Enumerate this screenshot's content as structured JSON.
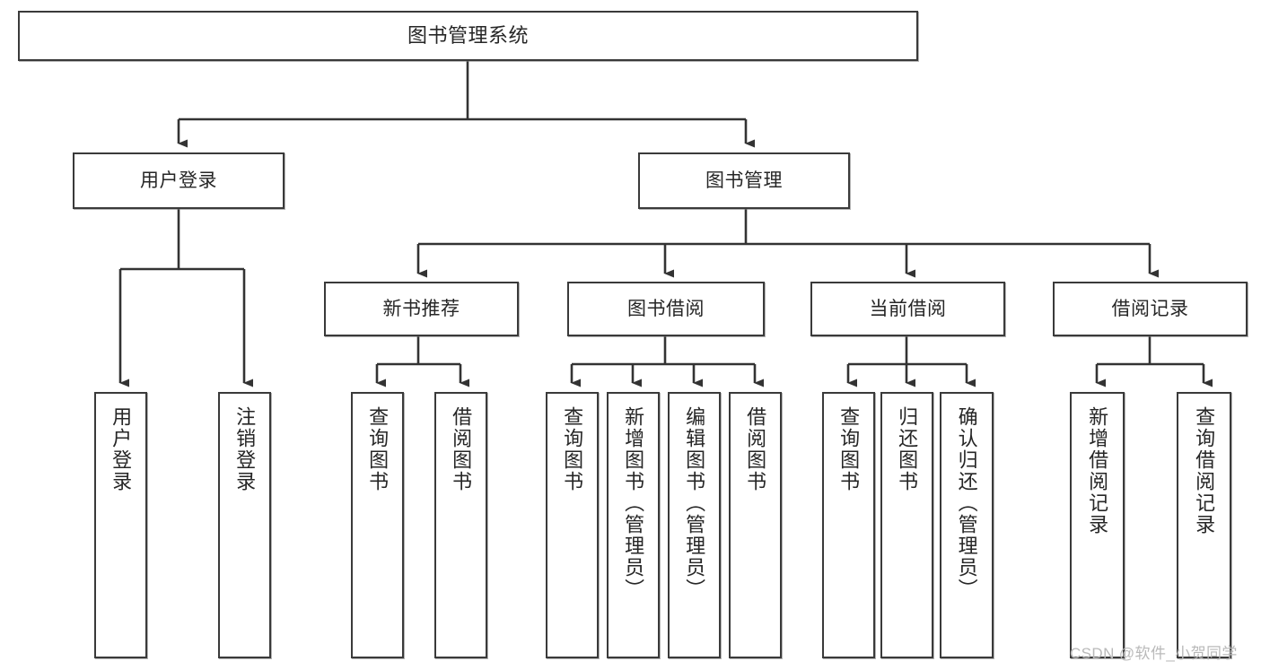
{
  "diagram": {
    "title": "图书管理系统",
    "type": "tree-hierarchy-chart",
    "orientation": "top-down",
    "colors": {
      "box_border": "#3a3a3a",
      "box_fill": "#ffffff",
      "edge": "#333333",
      "text": "#262626",
      "watermark": "#b9b9b9",
      "background": "#ffffff"
    },
    "nodes": {
      "root": {
        "label": "图书管理系统"
      },
      "level2": [
        {
          "id": "user-login",
          "label": "用户登录"
        },
        {
          "id": "book-management",
          "label": "图书管理"
        }
      ],
      "level3": [
        {
          "id": "new-book-recommend",
          "label": "新书推荐"
        },
        {
          "id": "book-borrow",
          "label": "图书借阅"
        },
        {
          "id": "current-borrow",
          "label": "当前借阅"
        },
        {
          "id": "borrow-record",
          "label": "借阅记录"
        }
      ],
      "leaves": {
        "user-login": [
          {
            "id": "leaf-user-login",
            "label": "用户登录"
          },
          {
            "id": "leaf-user-logout",
            "label": "注销登录"
          }
        ],
        "new-book-recommend": [
          {
            "id": "leaf-query-book-1",
            "label": "查询图书"
          },
          {
            "id": "leaf-borrow-book-1",
            "label": "借阅图书"
          }
        ],
        "book-borrow": [
          {
            "id": "leaf-query-book-2",
            "label": "查询图书"
          },
          {
            "id": "leaf-add-book",
            "label": "新增图书（管理员）"
          },
          {
            "id": "leaf-edit-book",
            "label": "编辑图书（管理员）"
          },
          {
            "id": "leaf-borrow-book-2",
            "label": "借阅图书"
          }
        ],
        "current-borrow": [
          {
            "id": "leaf-query-book-3",
            "label": "查询图书"
          },
          {
            "id": "leaf-return-book",
            "label": "归还图书"
          },
          {
            "id": "leaf-confirm-return",
            "label": "确认归还（管理员）"
          }
        ],
        "borrow-record": [
          {
            "id": "leaf-add-record",
            "label": "新增借阅记录"
          },
          {
            "id": "leaf-query-record",
            "label": "查询借阅记录"
          }
        ]
      }
    },
    "watermark": "CSDN @软件_小贺同学"
  }
}
